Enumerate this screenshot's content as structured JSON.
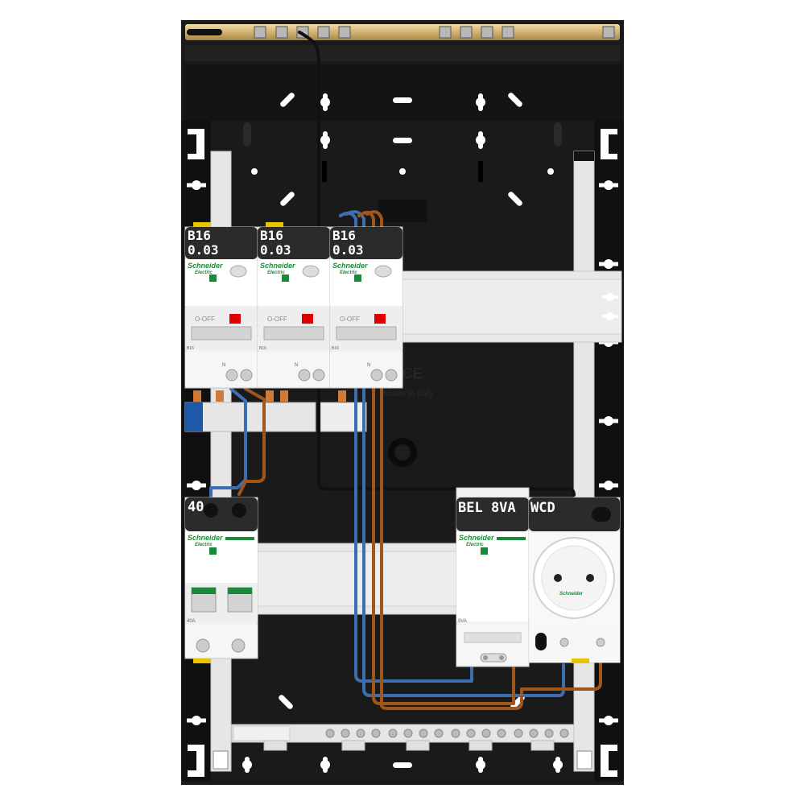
{
  "enclosure": {
    "module_labels": [
      {
        "line1": "B16",
        "line2": "0.03"
      },
      {
        "line1": "B16",
        "line2": "0.03"
      },
      {
        "line1": "B16",
        "line2": "0.03"
      }
    ],
    "main_switch_label": "40",
    "bell_transformer_label": "BEL 8VA",
    "socket_label": "WCD",
    "brand_line1": "Schneider",
    "brand_line2": "Electric",
    "rcbo_switch_text": "O-OFF",
    "rcbo_rating_text": "B16",
    "main_switch_rating_text": "40A",
    "bell_rating_text": "8VA",
    "made_in_text": "Made in Italy",
    "ce_mark": "CE",
    "colors": {
      "background": "#1a1a1a",
      "rail": "#ececec",
      "wire_neutral": "#3d6eb0",
      "wire_phase": "#a0561a",
      "wire_switch": "#111111",
      "brand_green": "#1a8a3a",
      "trip_red": "#e00000",
      "busbar_gold": "#d6b878"
    }
  }
}
